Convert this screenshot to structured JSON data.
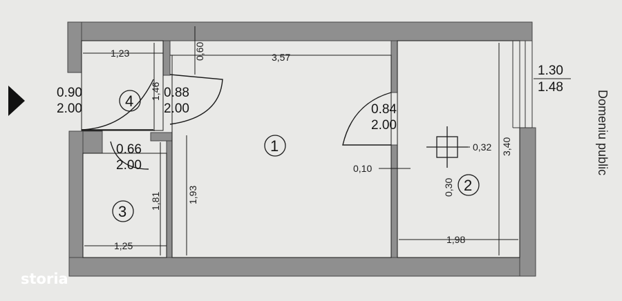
{
  "plan": {
    "dimensions": {
      "top_left_width": "1,23",
      "top_wall": "0,60",
      "corridor_width": "3,57",
      "room4_height": "1,46",
      "room3_height": "1,81",
      "room1_height": "1,93",
      "room3_width": "1,25",
      "wall_gap": "0,10",
      "vent_width": "0,32",
      "vent_height": "0,30",
      "room2_height": "3,40",
      "room2_width": "1,98"
    },
    "doors": {
      "door_a_width": "0.90",
      "door_a_height": "2.00",
      "door_b_width": "0.88",
      "door_b_height": "2.00",
      "door_c_width": "0.66",
      "door_c_height": "2.00",
      "door_d_width": "0.84",
      "door_d_height": "2.00"
    },
    "window": {
      "width": "1.30",
      "height": "1.48"
    },
    "rooms": {
      "r1": "1",
      "r2": "2",
      "r3": "3",
      "r4": "4"
    },
    "side_label": "Domeniu public",
    "watermark": "storia"
  },
  "colors": {
    "paper": "#e9e9e7",
    "wall": "#8f8f8f",
    "ink": "#1a1a1a"
  }
}
